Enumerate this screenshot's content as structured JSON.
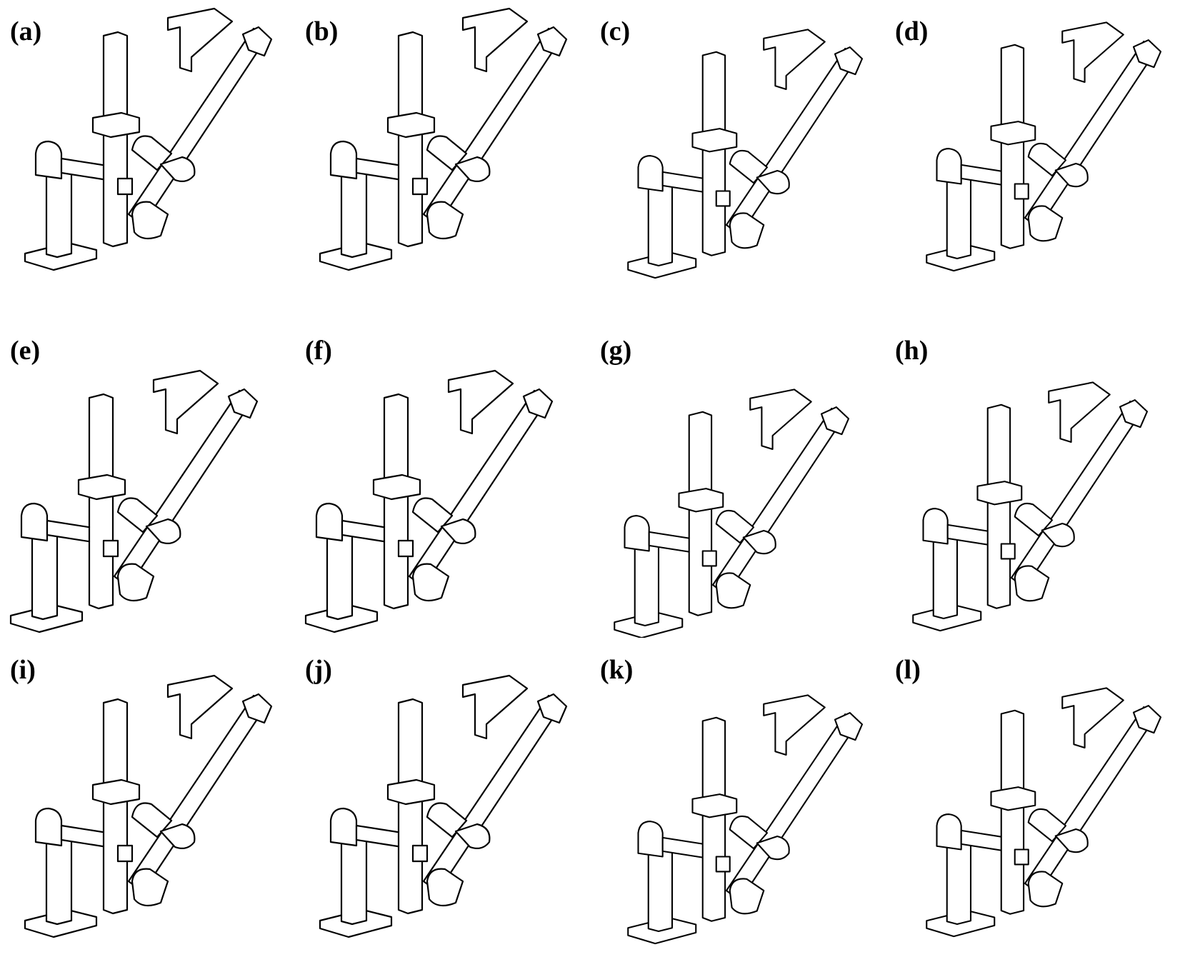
{
  "figure": {
    "panels": [
      {
        "label": "(a)",
        "variant": "crossed-link-base-pillar"
      },
      {
        "label": "(b)",
        "variant": "crossed-link-base-pillar"
      },
      {
        "label": "(c)",
        "variant": "bent-link-base-pillar"
      },
      {
        "label": "(d)",
        "variant": "cylinder-link-base-pillar"
      },
      {
        "label": "(e)",
        "variant": "crossed-link-side-block"
      },
      {
        "label": "(f)",
        "variant": "crossed-link-side-block"
      },
      {
        "label": "(g)",
        "variant": "bent-link-side-block"
      },
      {
        "label": "(h)",
        "variant": "cylinder-link-side-block"
      },
      {
        "label": "(i)",
        "variant": "crossed-link-arm-pillar"
      },
      {
        "label": "(j)",
        "variant": "crossed-link-arm-pillar"
      },
      {
        "label": "(k)",
        "variant": "bent-link-arm-pillar"
      },
      {
        "label": "(l)",
        "variant": "cylinder-link-arm-pillar"
      }
    ]
  }
}
